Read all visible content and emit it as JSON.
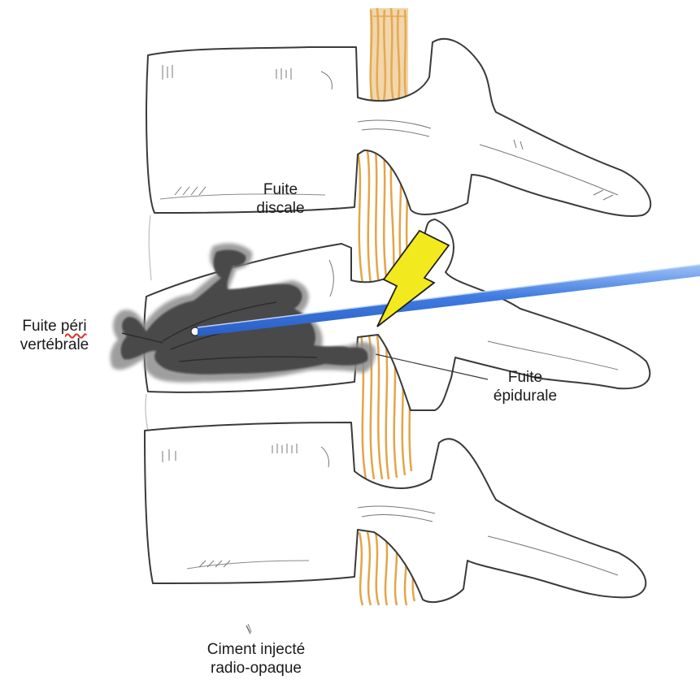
{
  "labels": {
    "disc_leak": {
      "line1": "Fuite",
      "line2": "discale"
    },
    "perivertebral_leak": {
      "line1_word1": "Fuite",
      "line1_word2": "péri",
      "line2": "vertébrale"
    },
    "epidural_leak": {
      "line1": "Fuite",
      "line2": "épidurale"
    },
    "cement": {
      "line1": "Ciment injecté",
      "line2": "radio-opaque"
    }
  },
  "colors": {
    "bone_outline": "#3a3a3a",
    "disc": "#e3a547",
    "cement": "#4a4a4a",
    "cement_halo": "#8e8e8e",
    "needle": "#3f7be0",
    "lightning": "#f2ea1e",
    "spellcheck_underline": "#d9342b"
  },
  "icons": [
    "lightning-bolt-icon",
    "needle-trocar"
  ]
}
